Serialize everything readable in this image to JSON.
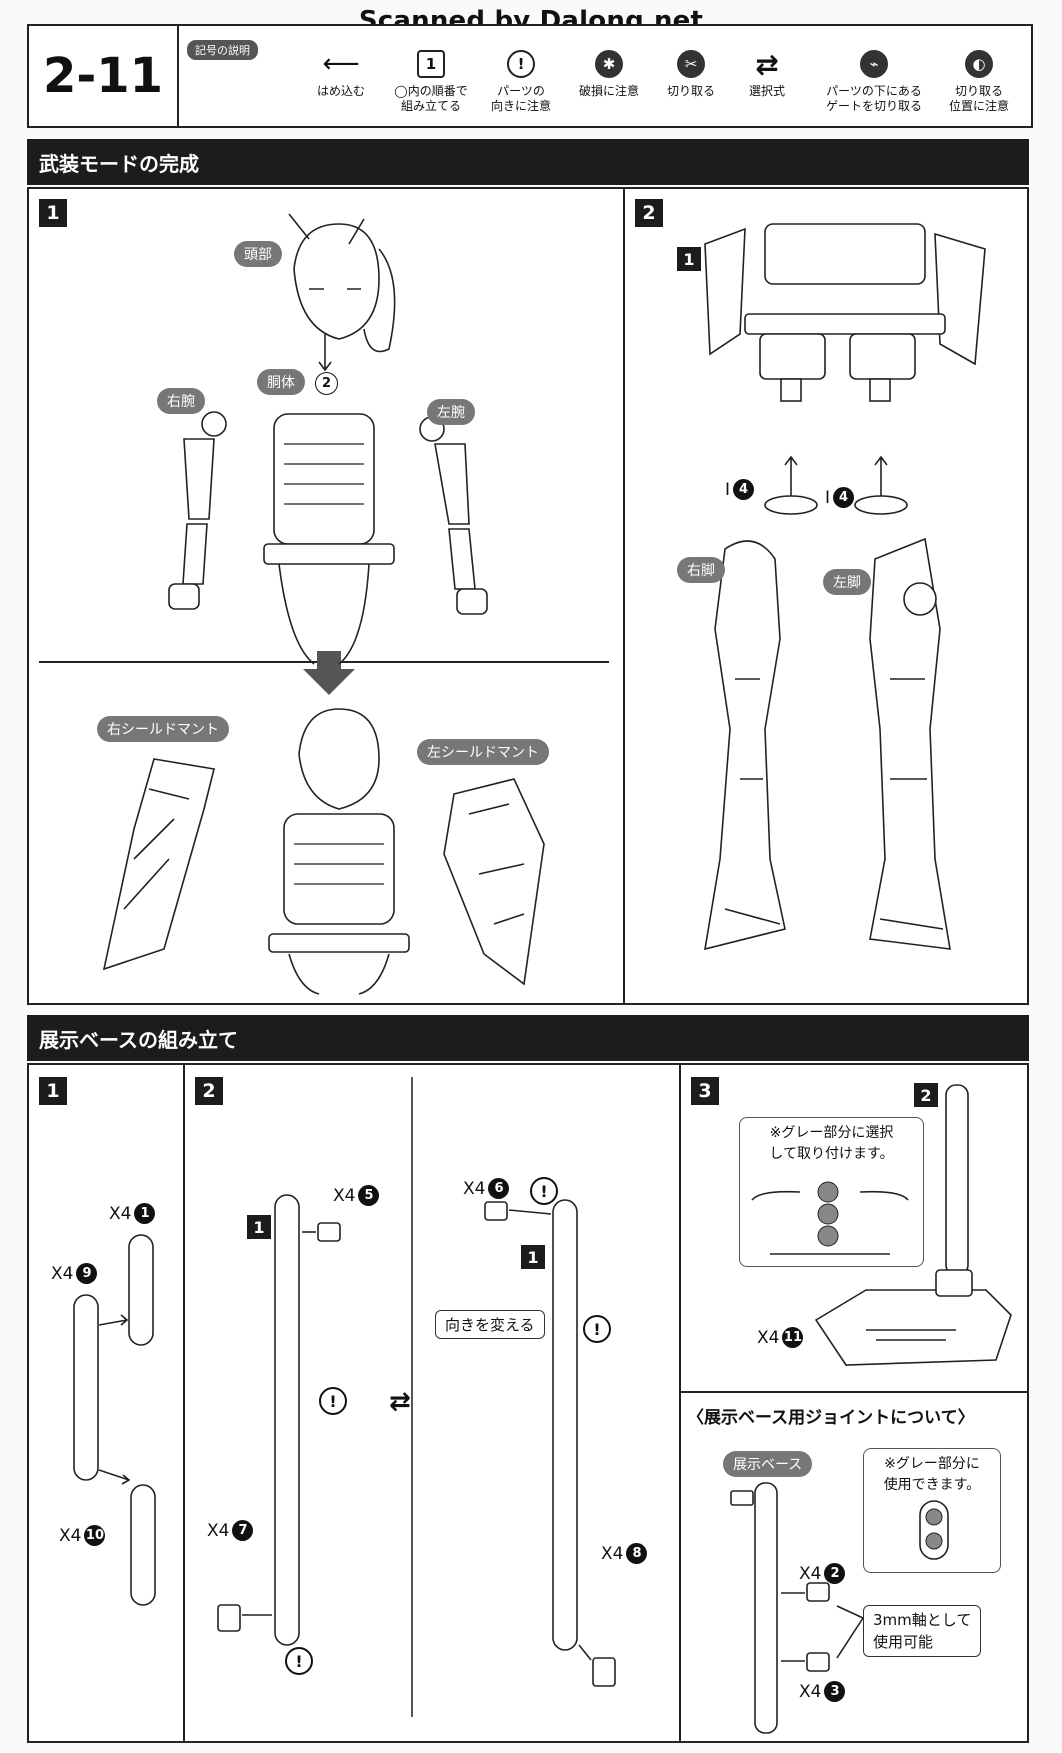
{
  "watermark": "Scanned by Dalong.net",
  "step_number": "2-11",
  "legend": {
    "title": "記号の説明",
    "items": [
      {
        "icon": "arrow-left-icon",
        "text": "はめ込む"
      },
      {
        "icon": "circled-1-icon",
        "glyph": "1",
        "text": "◯内の順番で\n組み立てる"
      },
      {
        "icon": "exclamation-circle-icon",
        "glyph": "!",
        "text": "パーツの\n向きに注意"
      },
      {
        "icon": "breakage-caution-icon",
        "text": "破損に注意"
      },
      {
        "icon": "cut-icon",
        "text": "切り取る"
      },
      {
        "icon": "double-arrow-icon",
        "text": "選択式"
      },
      {
        "icon": "gate-under-part-icon",
        "text": "パーツの下にある\nゲートを切り取る"
      },
      {
        "icon": "cut-position-icon",
        "text": "切り取る\n位置に注意"
      }
    ]
  },
  "section1": {
    "title": "武装モードの完成",
    "step1": {
      "label": "1",
      "parts": {
        "head": "頭部",
        "body": "胴体",
        "right_arm": "右腕",
        "left_arm": "左腕",
        "neck_ref": "2",
        "right_shield": "右シールドマント",
        "left_shield": "左シールドマント"
      }
    },
    "step2": {
      "label": "2",
      "inner_ref": "1",
      "part_num_right": "4",
      "part_num_left": "4",
      "right_leg": "右脚",
      "left_leg": "左脚"
    }
  },
  "section2": {
    "title": "展示ベースの組み立て",
    "step1": {
      "label": "1",
      "parts": [
        {
          "qty": "X4",
          "num": "1"
        },
        {
          "qty": "X4",
          "num": "9"
        },
        {
          "qty": "X4",
          "num": "10"
        }
      ]
    },
    "step2": {
      "label": "2",
      "ref_left": "1",
      "ref_right": "1",
      "left_parts": [
        {
          "qty": "X4",
          "num": "5"
        },
        {
          "qty": "X4",
          "num": "7"
        }
      ],
      "right_parts": [
        {
          "qty": "X4",
          "num": "6"
        },
        {
          "qty": "X4",
          "num": "8"
        }
      ],
      "change_direction": "向きを変える"
    },
    "step3": {
      "label": "3",
      "ref": "2",
      "note": "※グレー部分に選択\nして取り付けます。",
      "base_part": {
        "qty": "X4",
        "num": "11"
      }
    },
    "joint_info": {
      "title": "〈展示ベース用ジョイントについて〉",
      "base_label": "展示ベース",
      "note": "※グレー部分に\n使用できます。",
      "parts": [
        {
          "qty": "X4",
          "num": "2"
        },
        {
          "qty": "X4",
          "num": "3"
        }
      ],
      "usage": "3mm軸として\n使用可能"
    }
  }
}
